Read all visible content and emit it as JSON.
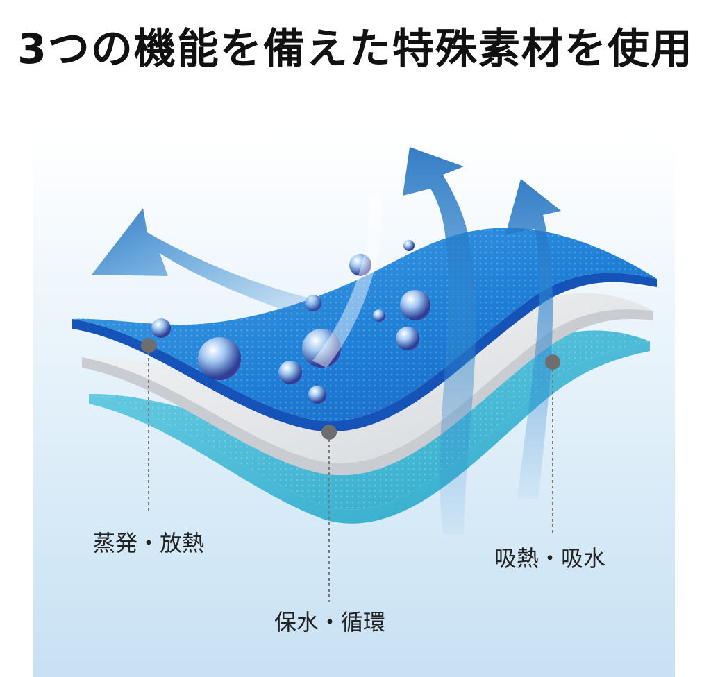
{
  "headline": "3つの機能を備えた特殊素材を使用",
  "layers": [
    {
      "label": "蒸発・放熱",
      "color": "#1f7fd6"
    },
    {
      "label": "保水・循環",
      "color": "#e9ebee"
    },
    {
      "label": "吸熱・吸水",
      "color": "#3ab4d8"
    }
  ],
  "colors": {
    "arrow": "#2f86cf",
    "background_gradient_end": "#c8e1f3",
    "leader_line": "#7a7a7a"
  }
}
